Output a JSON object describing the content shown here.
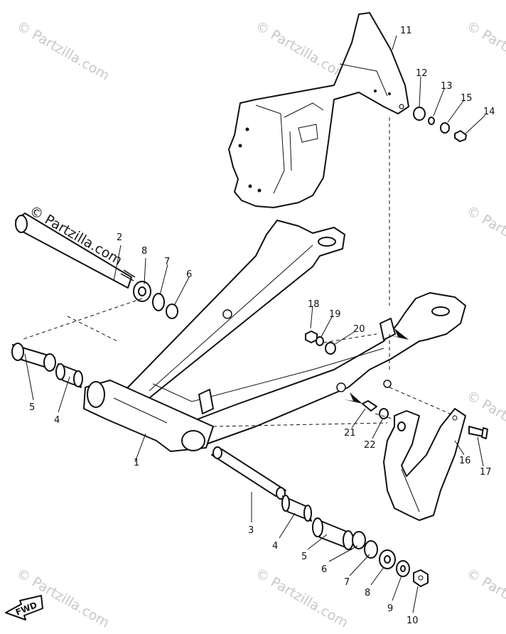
{
  "watermark": {
    "text": "© Partzilla.com"
  },
  "direction_label": "FWD",
  "callouts": [
    "1",
    "2",
    "3",
    "4",
    "4",
    "5",
    "5",
    "6",
    "6",
    "7",
    "7",
    "8",
    "8",
    "9",
    "10",
    "11",
    "12",
    "13",
    "14",
    "15",
    "16",
    "17",
    "18",
    "19",
    "20",
    "21",
    "22"
  ]
}
